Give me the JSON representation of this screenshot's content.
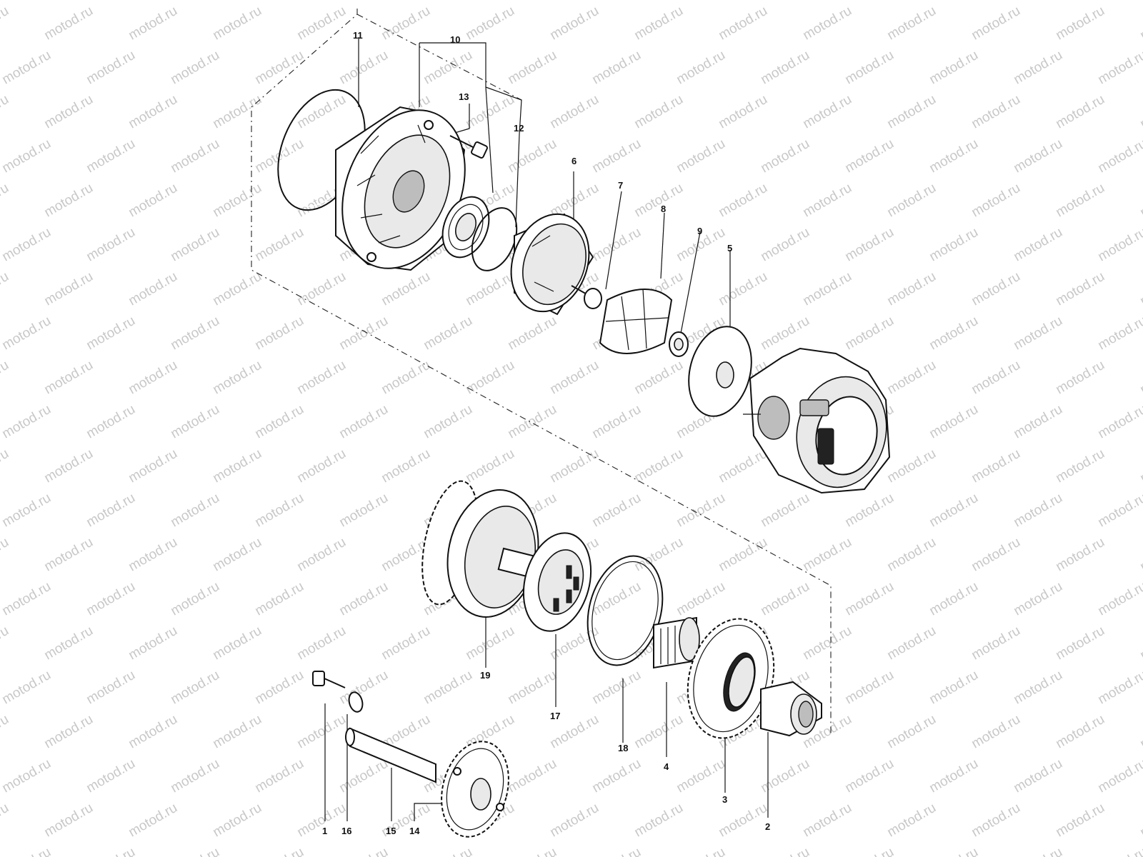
{
  "watermark": {
    "text": "motod.ru"
  },
  "callouts": [
    {
      "id": "11",
      "text": "11"
    },
    {
      "id": "10",
      "text": "10"
    },
    {
      "id": "13",
      "text": "13"
    },
    {
      "id": "12",
      "text": "12"
    },
    {
      "id": "6",
      "text": "6"
    },
    {
      "id": "7",
      "text": "7"
    },
    {
      "id": "8",
      "text": "8"
    },
    {
      "id": "9",
      "text": "9"
    },
    {
      "id": "5",
      "text": "5"
    },
    {
      "id": "19",
      "text": "19"
    },
    {
      "id": "17",
      "text": "17"
    },
    {
      "id": "18",
      "text": "18"
    },
    {
      "id": "4",
      "text": "4"
    },
    {
      "id": "3",
      "text": "3"
    },
    {
      "id": "2",
      "text": "2"
    },
    {
      "id": "1",
      "text": "1"
    },
    {
      "id": "16",
      "text": "16"
    },
    {
      "id": "15",
      "text": "15"
    },
    {
      "id": "14",
      "text": "14"
    }
  ],
  "icons": {
    "snap-ring": "snap-ring-icon",
    "flywheel-housing": "flywheel-housing-icon",
    "bolt": "bolt-icon",
    "bearing": "bearing-icon",
    "circlip": "circlip-icon",
    "rotor-cup": "rotor-cup-icon",
    "nut": "nut-icon",
    "stator": "stator-icon",
    "washer": "washer-icon",
    "plate": "plate-icon",
    "engine-block": "engine-block-icon",
    "starter-gear-assembly": "starter-gear-assembly-icon",
    "one-way-clutch": "one-way-clutch-icon",
    "spring-ring": "spring-ring-icon",
    "needle-bearing": "needle-bearing-icon",
    "driven-gear": "driven-gear-icon",
    "spacer-bushing": "spacer-bushing-icon",
    "shaft-pin": "shaft-pin-icon",
    "idler-gear": "idler-gear-icon"
  }
}
